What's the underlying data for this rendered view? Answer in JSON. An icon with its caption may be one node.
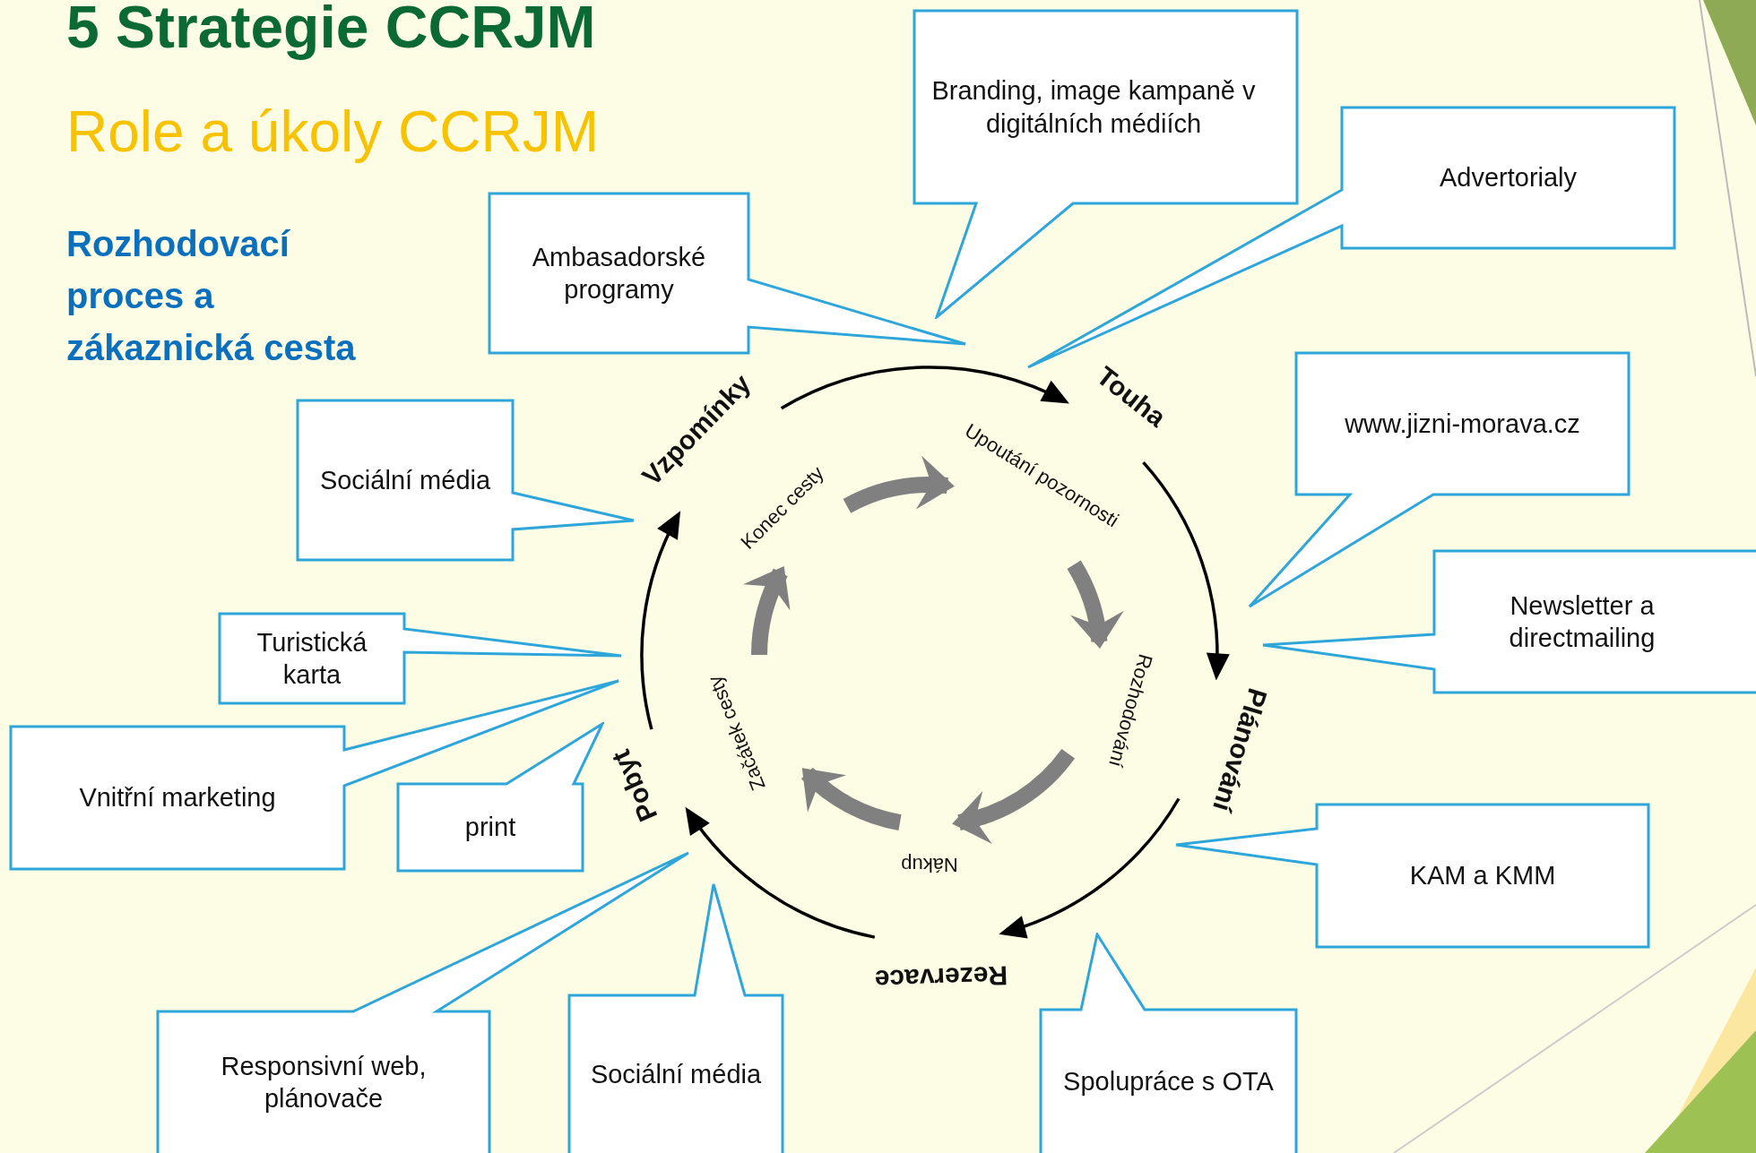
{
  "diagram": {
    "title": "5 Strategie CCRJM",
    "nodes": [
      {
        "text": [
          "Branding, image kampaně v digitálních médiích"
        ]
      },
      {
        "text": [
          "Advertorialy"
        ]
      },
      {
        "text": [
          "Ambasadorské programy"
        ]
      },
      {
        "text": [
          "Sociální média"
        ]
      },
      {
        "text": [
          "www.jizni-morava.cz"
        ]
      },
      {
        "text": [
          "Newsletter a directmailing"
        ]
      },
      {
        "text": [
          "Turistická karta"
        ]
      },
      {
        "text": [
          "Vnitřní marketing"
        ]
      },
      {
        "text": [
          "print"
        ]
      },
      {
        "text": [
          "KAM a KMM"
        ]
      },
      {
        "text": [
          "Responsivní web, plánovače"
        ]
      },
      {
        "text": [
          "Sociální média"
        ]
      },
      {
        "text": [
          "Spolupráce s OTA"
        ]
      },
      {
        "text": [
          "Vzpomínky"
        ]
      },
      {
        "text": [
          "Touha"
        ]
      },
      {
        "text": [
          "Plánování"
        ]
      },
      {
        "text": [
          "Rezervace"
        ]
      },
      {
        "text": [
          "Pobyt"
        ]
      },
      {
        "text": [
          "Konec cesty"
        ]
      },
      {
        "text": [
          "Upoutání pozornosti"
        ]
      },
      {
        "text": [
          "Rozhodování"
        ]
      },
      {
        "text": [
          "Nákup"
        ]
      },
      {
        "text": [
          "Začátek cesty"
        ]
      }
    ],
    "edges": [
      {
        "from": 13,
        "to": 14,
        "arrow": "to"
      },
      {
        "from": 14,
        "to": 15,
        "arrow": "to"
      },
      {
        "from": 15,
        "to": 16,
        "arrow": "to"
      },
      {
        "from": 16,
        "to": 17,
        "arrow": "to"
      },
      {
        "from": 17,
        "to": 13,
        "arrow": "to"
      },
      {
        "from": 18,
        "to": 19,
        "arrow": "to",
        "style": "thick",
        "color": "#808080"
      },
      {
        "from": 19,
        "to": 20,
        "arrow": "to",
        "style": "thick",
        "color": "#808080"
      },
      {
        "from": 20,
        "to": 21,
        "arrow": "to",
        "style": "thick",
        "color": "#808080"
      },
      {
        "from": 21,
        "to": 22,
        "arrow": "to",
        "style": "thick",
        "color": "#808080"
      },
      {
        "from": 22,
        "to": 18,
        "arrow": "to",
        "style": "thick",
        "color": "#808080"
      }
    ],
    "labels": [
      "Role a úkoly CCRJM",
      "Rozhodovací proces a zákaznická cesta"
    ]
  }
}
